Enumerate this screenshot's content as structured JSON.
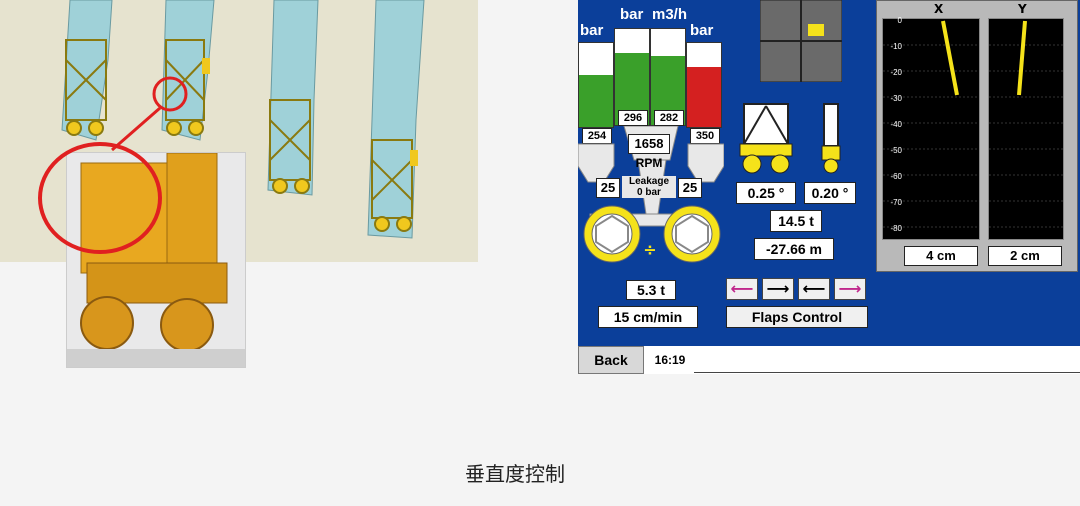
{
  "gauges": [
    {
      "unit": "bar",
      "value": "254",
      "fill_fraction": 0.62,
      "color": "#3aa02a"
    },
    {
      "unit": "bar",
      "value": "296",
      "fill_fraction": 0.75,
      "color": "#3aa02a"
    },
    {
      "unit": "m3/h",
      "value": "282",
      "fill_fraction": 0.72,
      "color": "#3aa02a"
    },
    {
      "unit": "bar",
      "value": "350",
      "fill_fraction": 0.72,
      "color": "#d42020"
    }
  ],
  "rpm": {
    "value": "1658",
    "label": "RPM"
  },
  "leakage": {
    "label": "Leakage",
    "value": "0 bar"
  },
  "wheel_left_value": "25",
  "wheel_right_value": "25",
  "inclination_x": "0.25 °",
  "inclination_y": "0.20 °",
  "load": "14.5 t",
  "depth": "-27.66 m",
  "weight": "5.3 t",
  "speed": "15 cm/min",
  "divide_symbol": "÷",
  "flaps": {
    "arrows": [
      "⟵",
      "⟶",
      "⟵",
      "⟶"
    ],
    "label": "Flaps Control"
  },
  "plots": {
    "x": {
      "label": "X",
      "deviation": "4 cm"
    },
    "y": {
      "label": "Y",
      "deviation": "2 cm"
    },
    "ticks": [
      "0",
      "-10",
      "-20",
      "-30",
      "-40",
      "-50",
      "-60",
      "-70",
      "-80"
    ]
  },
  "back_button": "Back",
  "time": "16:19",
  "caption": "垂直度控制",
  "colors": {
    "panel": "#0b3f9a",
    "yellow": "#f5e21a",
    "magenta": "#c0288c"
  }
}
